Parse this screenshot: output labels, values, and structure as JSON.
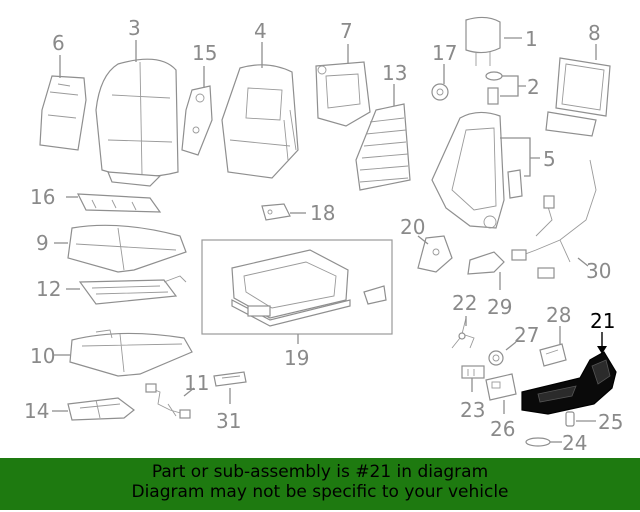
{
  "diagram": {
    "highlight_part": "21",
    "labels": {
      "p1": "1",
      "p2": "2",
      "p3": "3",
      "p4": "4",
      "p5": "5",
      "p6": "6",
      "p7": "7",
      "p8": "8",
      "p9": "9",
      "p10": "10",
      "p11": "11",
      "p12": "12",
      "p13": "13",
      "p14": "14",
      "p15": "15",
      "p16": "16",
      "p17": "17",
      "p18": "18",
      "p19": "19",
      "p20": "20",
      "p21": "21",
      "p22": "22",
      "p23": "23",
      "p24": "24",
      "p25": "25",
      "p26": "26",
      "p27": "27",
      "p28": "28",
      "p29": "29",
      "p30": "30",
      "p31": "31"
    }
  },
  "banner": {
    "line1": "Part or sub-assembly is #21 in diagram",
    "line2": "Diagram may not be specific to your vehicle",
    "color": "#1e7a10"
  }
}
